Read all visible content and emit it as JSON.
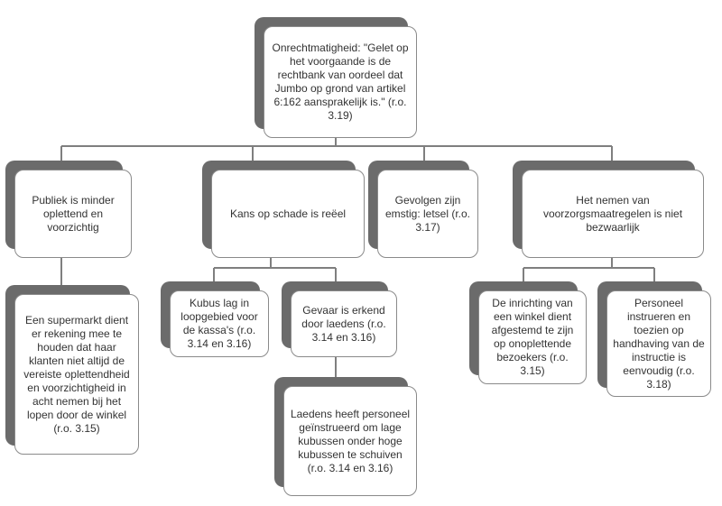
{
  "nodes": {
    "root": "Onrechtmatigheid: \"Gelet op het voorgaande is de rechtbank van oordeel dat Jumbo op grond van artikel 6:162 aansprakelijk is.\" (r.o. 3.19)",
    "publiek": "Publiek is minder oplettend en voorzichtig",
    "kans": "Kans op schade is reëel",
    "gevolgen": "Gevolgen zijn emstig: letsel (r.o. 3.17)",
    "voorzorg": "Het nemen van voorzorgsmaatregelen is niet bezwaarlijk",
    "supermarkt": "Een supermarkt dient er rekening mee te houden dat haar klanten niet altijd de vereiste oplettendheid en voorzichtigheid in acht nemen bij het lopen door de winkel (r.o. 3.15)",
    "kubus": "Kubus lag in loopgebied voor de kassa's (r.o. 3.14 en 3.16)",
    "gevaar": "Gevaar is erkend door laedens (r.o. 3.14 en 3.16)",
    "laedens": "Laedens heeft personeel geïnstrueerd om lage kubussen onder hoge kubussen te schuiven (r.o. 3.14 en 3.16)",
    "inrichting": "De inrichting van een winkel dient afgestemd te zijn op onoplettende bezoekers (r.o. 3.15)",
    "personeel": "Personeel instrueren en toezien op handhaving van de instructie is eenvoudig (r.o. 3.18)"
  },
  "colors": {
    "line": "#7f7f7f",
    "shadow": "#6b6b6b",
    "box_border": "#8a8a8a",
    "text": "#333333"
  }
}
